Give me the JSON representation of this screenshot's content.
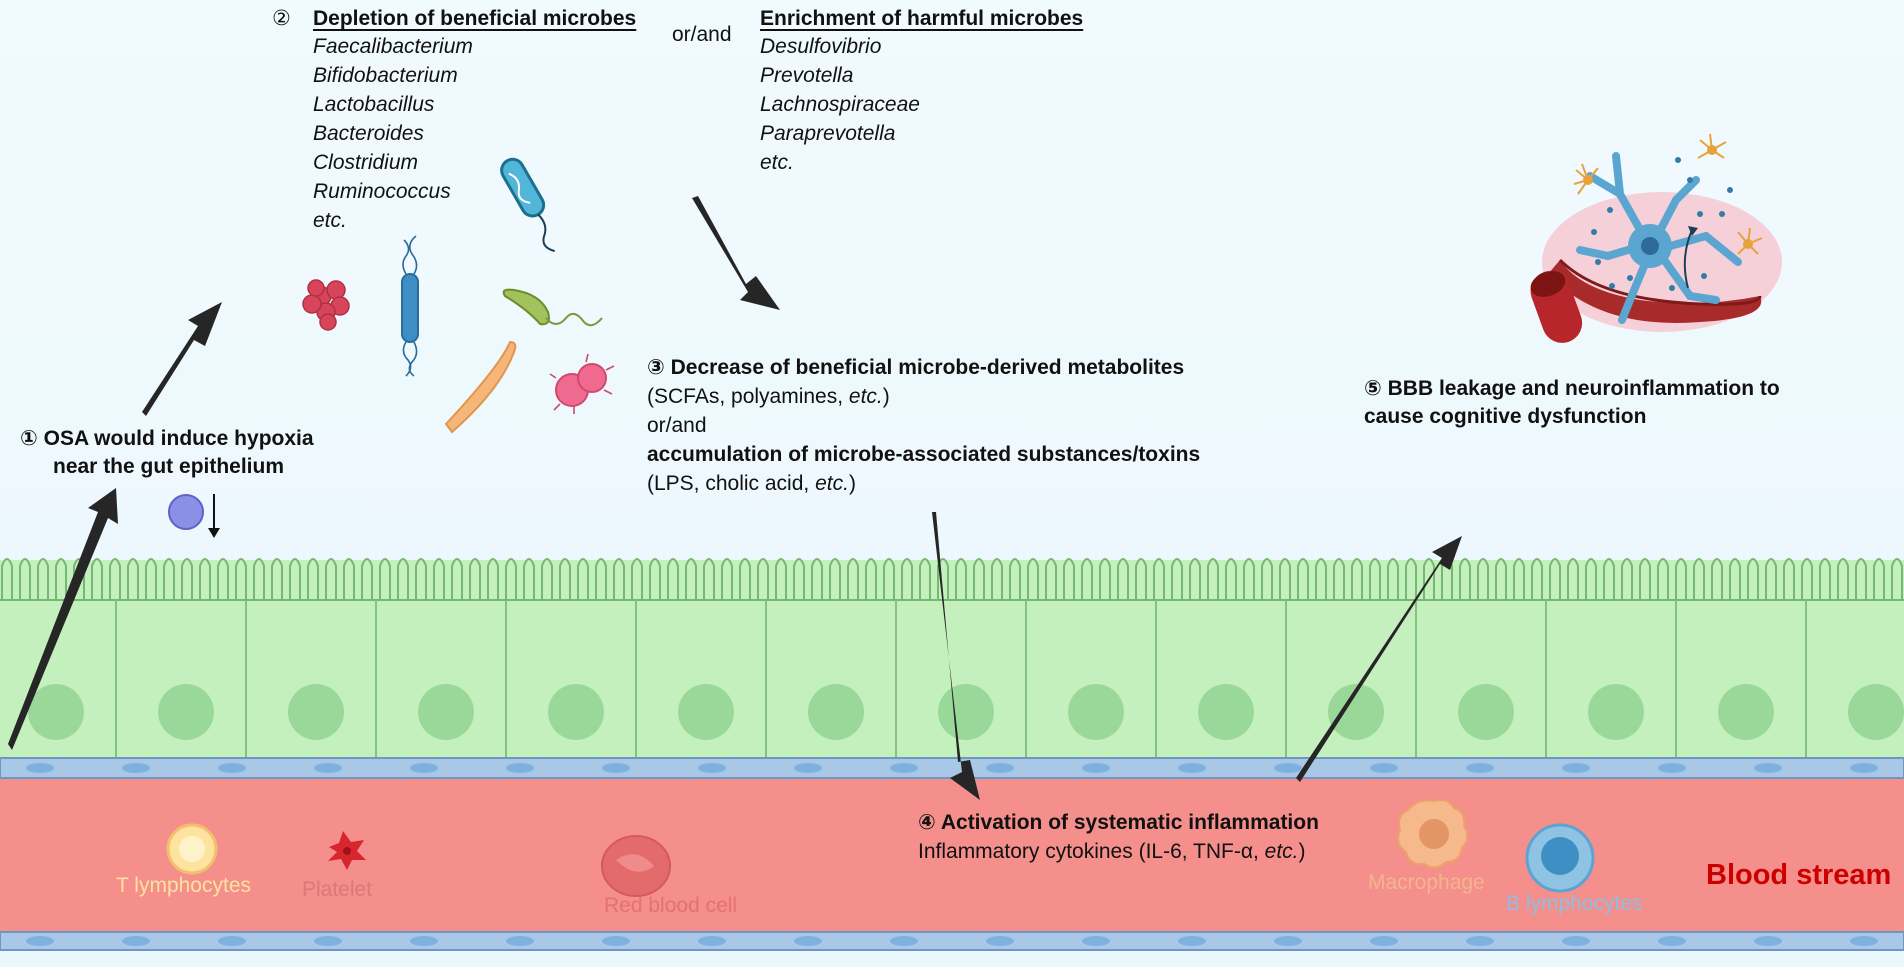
{
  "colors": {
    "background_top": "#f1fafe",
    "epithelium": "#c4f0be",
    "nucleus": "#9ad89a",
    "blood": "#f48f8c",
    "endothelium": "#a9c8e8",
    "arrow": "#262626",
    "blood_stream_label": "#cc0000"
  },
  "step1": {
    "number": "①",
    "line1": "OSA would induce hypoxia",
    "line2": "near the gut epithelium"
  },
  "step2": {
    "number": "②",
    "depletion": {
      "title": "Depletion of beneficial microbes",
      "items": [
        "Faecalibacterium",
        "Bifidobacterium",
        "Lactobacillus",
        "Bacteroides",
        "Clostridium",
        "Ruminococcus",
        "etc."
      ]
    },
    "connector": "or/and",
    "enrichment": {
      "title": "Enrichment of harmful microbes",
      "items": [
        "Desulfovibrio",
        "Prevotella",
        "Lachnospiraceae",
        "Paraprevotella",
        "etc."
      ]
    }
  },
  "step3": {
    "number": "③",
    "title": "Decrease of beneficial microbe-derived metabolites",
    "line2_pre": "(SCFAs, polyamines, ",
    "line2_etc": "etc.",
    "line2_post": ")",
    "connector": "or/and",
    "title2": "accumulation of microbe-associated substances/toxins",
    "line5_pre": "(LPS, cholic acid, ",
    "line5_etc": "etc.",
    "line5_post": ")"
  },
  "step4": {
    "number": "④",
    "title": "Activation of systematic inflammation",
    "line2_pre": "Inflammatory cytokines (IL-6, TNF-α, ",
    "line2_etc": "etc.",
    "line2_post": ")"
  },
  "step5": {
    "number": "⑤",
    "line1": "BBB leakage and neuroinflammation to",
    "line2": "cause cognitive dysfunction"
  },
  "blood_cells": {
    "t_lymphocytes": "T lymphocytes",
    "platelet": "Platelet",
    "red_blood_cell": "Red blood cell",
    "macrophage": "Macrophage",
    "b_lymphocytes": "B lymphocytes"
  },
  "blood_stream": "Blood stream"
}
